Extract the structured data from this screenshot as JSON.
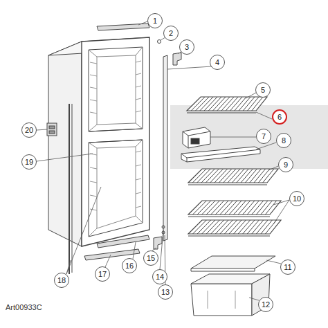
{
  "diagram": {
    "nodes": [
      {
        "text": [
          "1"
        ]
      },
      {
        "text": [
          "2"
        ]
      },
      {
        "text": [
          "3"
        ]
      },
      {
        "text": [
          "4"
        ]
      },
      {
        "text": [
          "5"
        ]
      },
      {
        "text": [
          "6"
        ]
      },
      {
        "text": [
          "7"
        ]
      },
      {
        "text": [
          "8"
        ]
      },
      {
        "text": [
          "9"
        ]
      },
      {
        "text": [
          "10"
        ]
      },
      {
        "text": [
          "11"
        ]
      },
      {
        "text": [
          "12"
        ]
      },
      {
        "text": [
          "13"
        ]
      },
      {
        "text": [
          "14"
        ]
      },
      {
        "text": [
          "15"
        ]
      },
      {
        "text": [
          "16"
        ]
      },
      {
        "text": [
          "17"
        ]
      },
      {
        "text": [
          "18"
        ]
      },
      {
        "text": [
          "19"
        ]
      },
      {
        "text": [
          "20"
        ]
      }
    ],
    "labels": [
      "Art00933C"
    ]
  }
}
